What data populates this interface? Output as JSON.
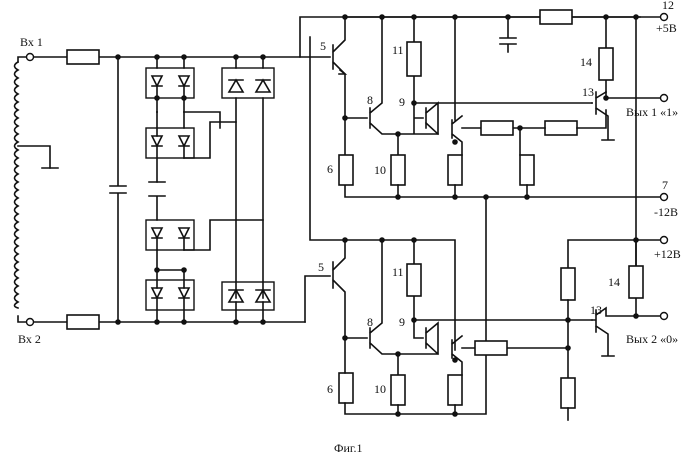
{
  "labels": {
    "in1": "Вх 1",
    "in2": "Вх 2",
    "caption": "Фиг.1",
    "pin12": "12",
    "plus5": "+5В",
    "pin7": "7",
    "minus12": "-12В",
    "plus12": "+12В",
    "out1": "Вых 1 «1»",
    "out2": "Вых 2 «0»",
    "c5": "5",
    "c6": "6",
    "c8": "8",
    "c9": "9",
    "c10": "10",
    "c11": "11",
    "c13": "13",
    "c14": "14"
  }
}
